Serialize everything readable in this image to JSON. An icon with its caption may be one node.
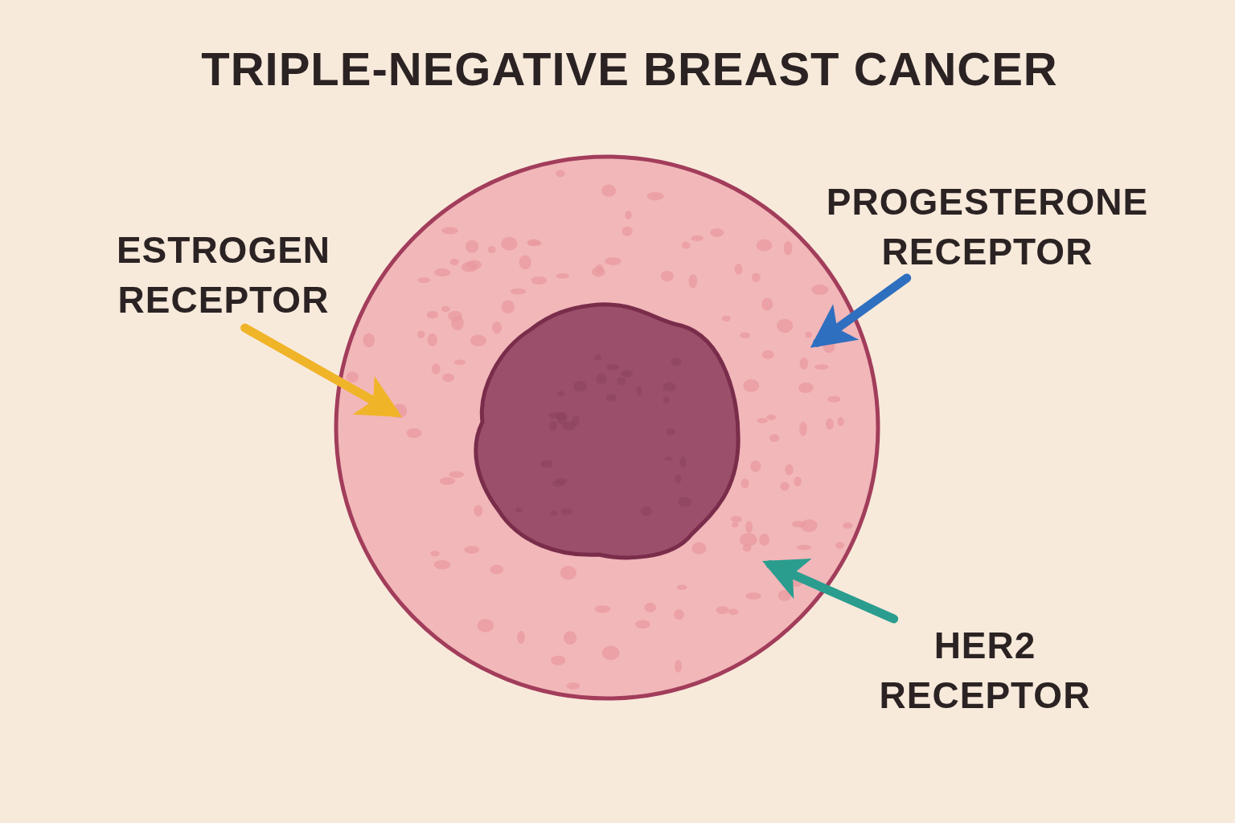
{
  "diagram": {
    "title": "TRIPLE-NEGATIVE BREAST CANCER",
    "nodes": [
      {
        "text": [
          "PROGESTERONE RECEPTOR"
        ]
      },
      {
        "text": [
          "ESTROGEN RECEPTOR"
        ]
      },
      {
        "text": [],
        "shape": "circle"
      },
      {
        "text": [],
        "shape": "circle",
        "in": 2
      },
      {
        "text": [
          "HER2 RECEPTOR"
        ]
      }
    ],
    "edges": [
      {
        "from": 1,
        "to": 2,
        "arrow": "to",
        "color": "#f0b429"
      },
      {
        "from": 0,
        "to": 2,
        "arrow": "to",
        "color": "#2f6fbf"
      },
      {
        "from": 4,
        "to": 2,
        "arrow": "to",
        "color": "#2a9d8f"
      }
    ]
  }
}
